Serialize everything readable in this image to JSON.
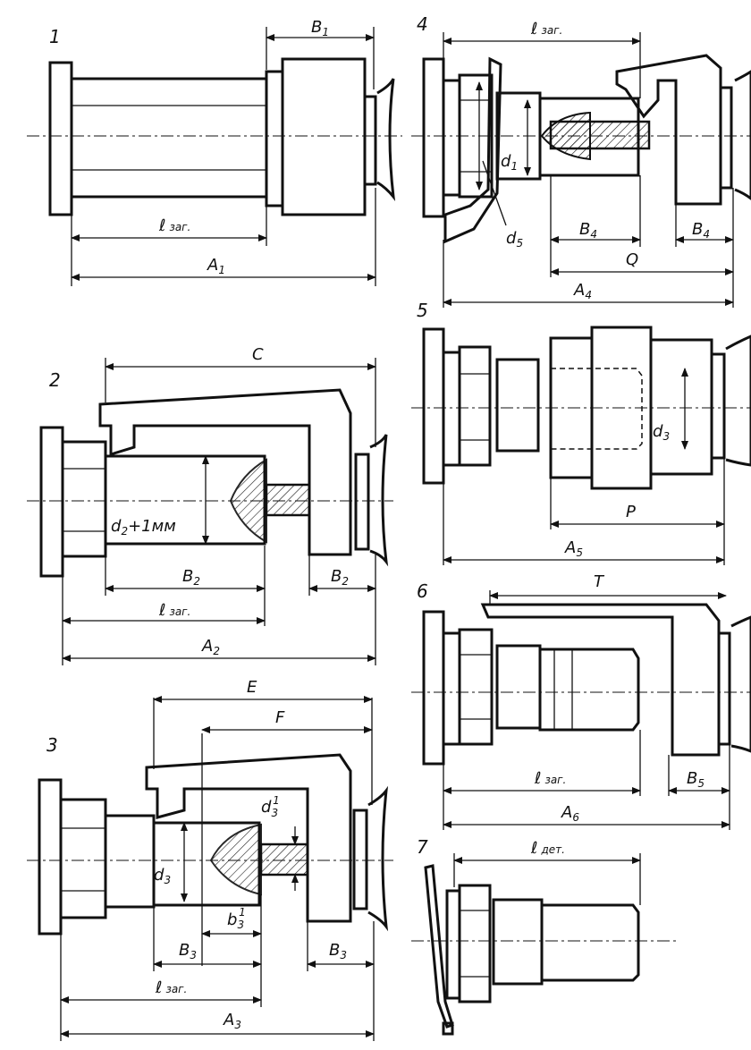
{
  "figures": [
    {
      "id": "1",
      "labels": {
        "B": "B",
        "B_sub": "1",
        "l": "ℓ",
        "l_sub": "заг.",
        "A": "A",
        "A_sub": "1"
      }
    },
    {
      "id": "2",
      "labels": {
        "C": "C",
        "d": "d",
        "d_sub": "2",
        "d_tail": "+1мм",
        "B_left": "B",
        "B_left_sub": "2",
        "B_right": "B",
        "B_right_sub": "2",
        "l": "ℓ",
        "l_sub": "заг.",
        "A": "A",
        "A_sub": "2"
      }
    },
    {
      "id": "3",
      "labels": {
        "E": "E",
        "F": "F",
        "d3": "d",
        "d3_sub": "3",
        "d3p": "d",
        "d3p_sub": "3",
        "d3p_sup": "1",
        "b3p": "b",
        "b3p_sub": "3",
        "b3p_sup": "1",
        "B_left": "B",
        "B_left_sub": "3",
        "B_right": "B",
        "B_right_sub": "3",
        "l": "ℓ",
        "l_sub": "заг.",
        "A": "A",
        "A_sub": "3"
      }
    },
    {
      "id": "4",
      "labels": {
        "l": "ℓ",
        "l_sub": "заг.",
        "d1": "d",
        "d1_sub": "1",
        "d5": "d",
        "d5_sub": "5",
        "B_left": "B",
        "B_left_sub": "4",
        "B_right": "B",
        "B_right_sub": "4",
        "Q": "Q",
        "A": "A",
        "A_sub": "4"
      }
    },
    {
      "id": "5",
      "labels": {
        "d3": "d",
        "d3_sub": "3",
        "P": "P",
        "A": "A",
        "A_sub": "5"
      }
    },
    {
      "id": "6",
      "labels": {
        "T": "T",
        "l": "ℓ",
        "l_sub": "заг.",
        "B": "B",
        "B_sub": "5",
        "A": "A",
        "A_sub": "6"
      }
    },
    {
      "id": "7",
      "labels": {
        "l": "ℓ",
        "l_sub": "дет."
      }
    }
  ]
}
